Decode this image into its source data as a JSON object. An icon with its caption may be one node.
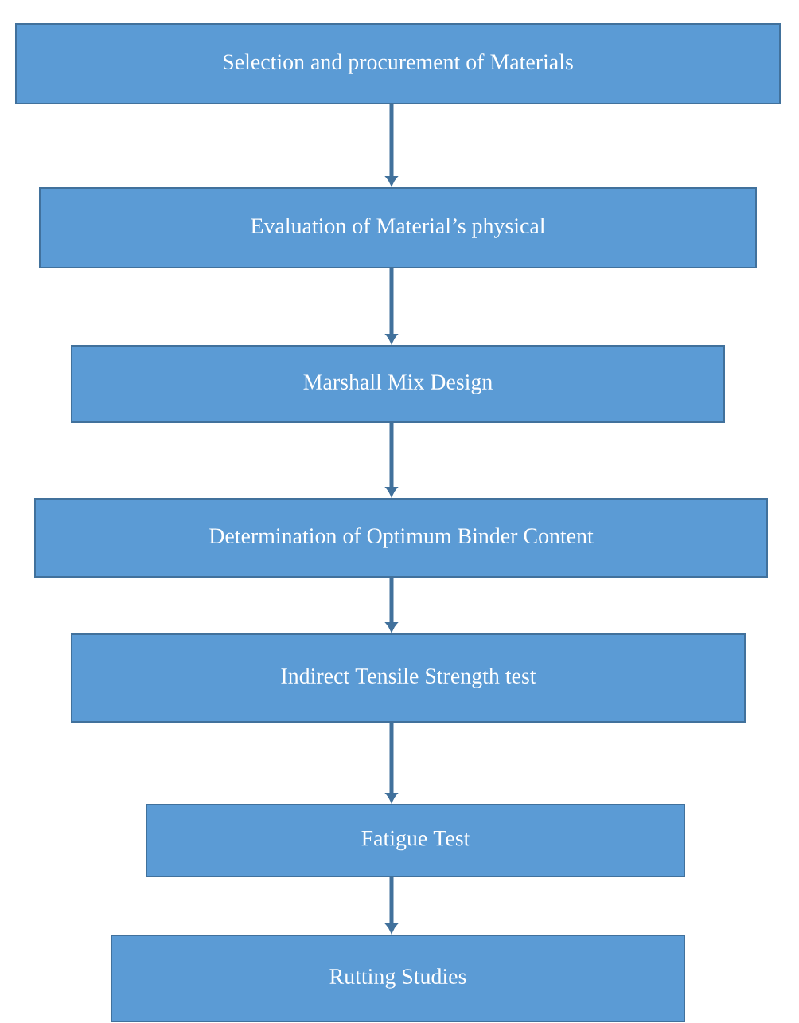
{
  "diagram": {
    "nodes": [
      {
        "text": [
          "Selection and procurement of Materials"
        ]
      },
      {
        "text": [
          "Evaluation of Material’s physical"
        ]
      },
      {
        "text": [
          "Marshall Mix Design"
        ]
      },
      {
        "text": [
          "Determination of Optimum Binder Content"
        ]
      },
      {
        "text": [
          "Indirect Tensile Strength test"
        ]
      },
      {
        "text": [
          "Fatigue Test"
        ]
      },
      {
        "text": [
          "Rutting Studies"
        ]
      }
    ],
    "edges": [
      {
        "from": 0,
        "to": 1,
        "arrow": "to"
      },
      {
        "from": 1,
        "to": 2,
        "arrow": "to"
      },
      {
        "from": 2,
        "to": 3,
        "arrow": "to"
      },
      {
        "from": 3,
        "to": 4,
        "arrow": "to"
      },
      {
        "from": 4,
        "to": 5,
        "arrow": "to"
      },
      {
        "from": 5,
        "to": 6,
        "arrow": "to"
      }
    ]
  }
}
